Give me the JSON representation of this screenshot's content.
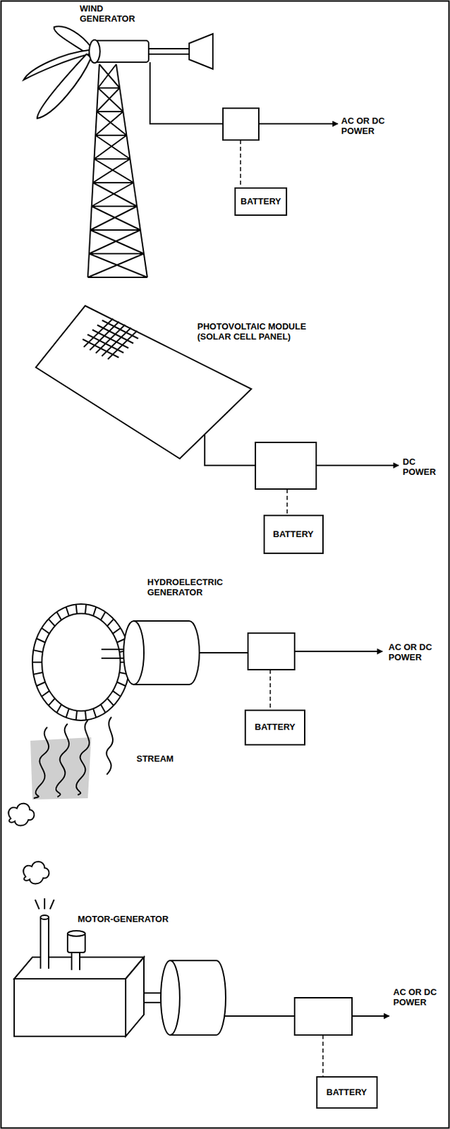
{
  "diagram": {
    "nodes": [
      {
        "text": [
          "BATTERY"
        ]
      },
      {
        "text": [
          "BATTERY"
        ]
      },
      {
        "text": [
          "BATTERY"
        ]
      },
      {
        "text": [
          "BATTERY"
        ]
      }
    ],
    "labels": [
      "WIND GENERATOR",
      "AC OR DC POWER",
      "PHOTOVOLTAIC MODULE (SOLAR CELL PANEL)",
      "DC POWER",
      "HYDROELECTRIC GENERATOR",
      "AC OR DC POWER",
      "STREAM",
      "MOTOR-GENERATOR",
      "AC OR DC POWER"
    ]
  }
}
